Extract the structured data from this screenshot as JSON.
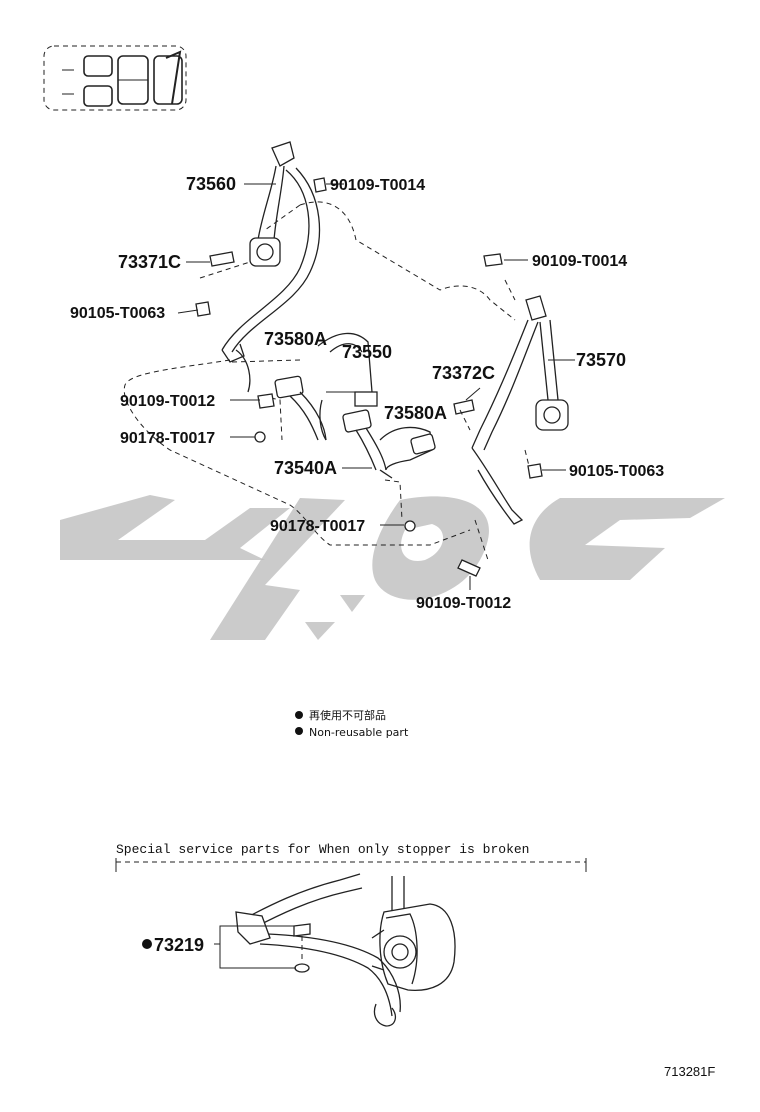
{
  "callouts": {
    "p73560": "73560",
    "p73371c": "73371C",
    "p90105_left": "90105-T0063",
    "p90109_t14_top": "90109-T0014",
    "p90109_t14_right": "90109-T0014",
    "p73570": "73570",
    "p73580a_left": "73580A",
    "p73550": "73550",
    "p73372c": "73372C",
    "p73580a_right": "73580A",
    "p90109_t12_left": "90109-T0012",
    "p90178_left": "90178-T0017",
    "p73540a": "73540A",
    "p90105_right": "90105-T0063",
    "p90178_bottom": "90178-T0017",
    "p90109_t12_bottom": "90109-T0012",
    "p73219": "73219"
  },
  "legend": {
    "line1": "再使用不可部品",
    "line2": "Non-reusable part"
  },
  "special_service": {
    "title": "Special service parts for When only stopper is broken"
  },
  "figure_id": "713281F",
  "colors": {
    "watermark": "#bdbdbd",
    "line": "#222222"
  }
}
